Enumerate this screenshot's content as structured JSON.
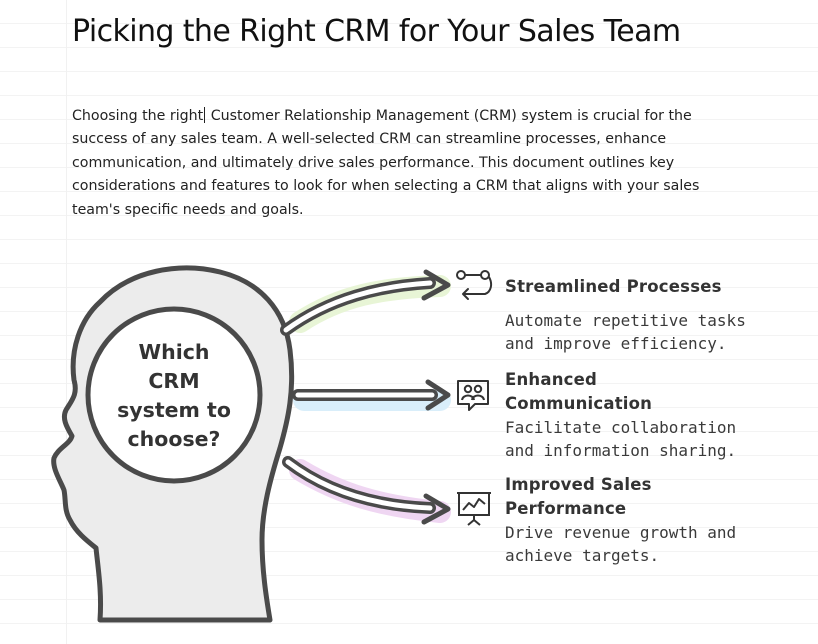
{
  "document": {
    "title": "Picking the Right CRM for Your Sales Team",
    "intro_before_caret": "Choosing the right",
    "intro_after_caret": " Customer Relationship Management (CRM) system is crucial for the success of any sales team. A well-selected CRM can streamline processes, enhance communication, and ultimately drive sales performance. This document outlines key considerations and features to look for when selecting a CRM that aligns with your sales team's specific needs and goals."
  },
  "diagram": {
    "question_lines": [
      "Which",
      "CRM",
      "system to",
      "choose?"
    ],
    "items": [
      {
        "title_lines": [
          "Streamlined Processes"
        ],
        "desc_lines": [
          "Automate repetitive tasks",
          "and improve efficiency."
        ],
        "icon": "process-flow-icon",
        "arrow_color": "#e8f5d6"
      },
      {
        "title_lines": [
          "Enhanced",
          "Communication"
        ],
        "desc_lines": [
          "Facilitate collaboration",
          "and information sharing."
        ],
        "icon": "people-chat-icon",
        "arrow_color": "#d9eefa"
      },
      {
        "title_lines": [
          "Improved Sales",
          "Performance"
        ],
        "desc_lines": [
          "Drive revenue growth and",
          "achieve targets."
        ],
        "icon": "presentation-chart-icon",
        "arrow_color": "#efd6f2"
      }
    ],
    "colors": {
      "outline": "#4a4a4a",
      "head_fill": "#ececec",
      "text": "#333333"
    }
  }
}
